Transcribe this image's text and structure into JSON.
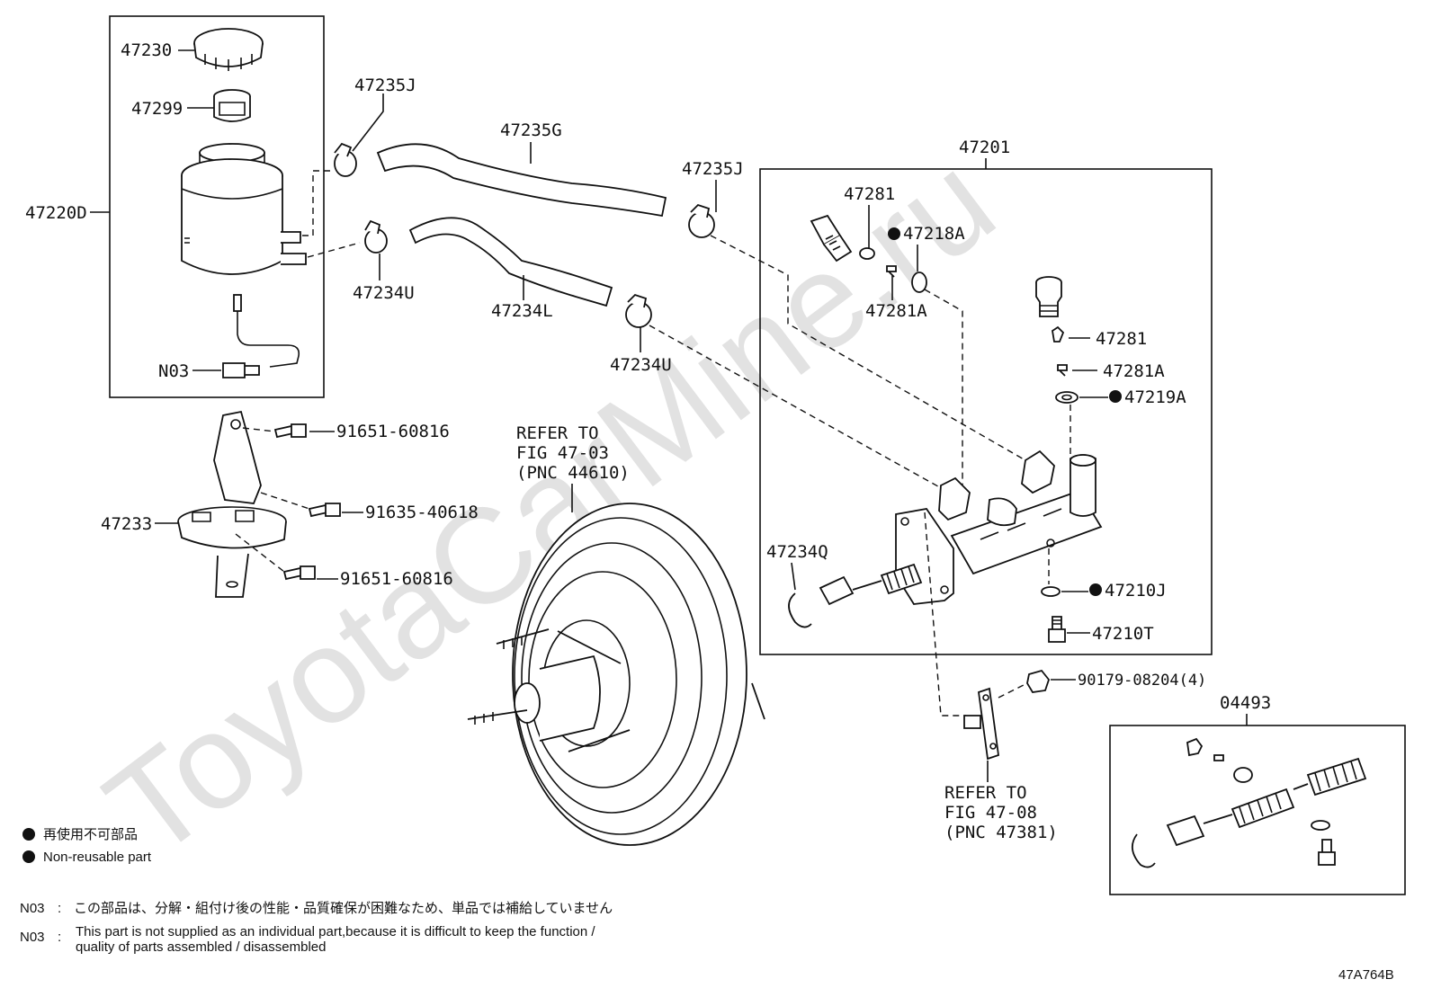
{
  "watermark": "ToyotaCarMine.ru",
  "diagram_code": "47A764B",
  "labels": {
    "p47230": "47230",
    "p47299": "47299",
    "p47220D": "47220D",
    "p47235J_a": "47235J",
    "p47235G": "47235G",
    "p47235J_b": "47235J",
    "p47201": "47201",
    "p47234U_a": "47234U",
    "p47234L": "47234L",
    "p47234U_b": "47234U",
    "pN03": "N03",
    "p47281_a": "47281",
    "p47218A": "47218A",
    "p47281A_a": "47281A",
    "p47281_b": "47281",
    "p47281A_b": "47281A",
    "p47219A": "47219A",
    "p47234Q": "47234Q",
    "p47210J": "47210J",
    "p47210T": "47210T",
    "p47233": "47233",
    "p91651_a": "91651-60816",
    "p91635": "91635-40618",
    "p91651_b": "91651-60816",
    "p90179": "90179-08204(4)",
    "p04493": "04493"
  },
  "refer1": {
    "line1": "REFER TO",
    "line2": "FIG 47-03",
    "line3": "(PNC 44610)"
  },
  "refer2": {
    "line1": "REFER TO",
    "line2": "FIG 47-08",
    "line3": "(PNC 47381)"
  },
  "legend": {
    "jp": "再使用不可部品",
    "en": "Non-reusable part"
  },
  "notes": {
    "code": "N03",
    "sep": ":",
    "jp": "この部品は、分解・組付け後の性能・品質確保が困難なため、単品では補給していません",
    "en_line1": "This part is not supplied as an individual part,because it is difficult to keep the function /",
    "en_line2": "quality of parts assembled / disassembled"
  }
}
